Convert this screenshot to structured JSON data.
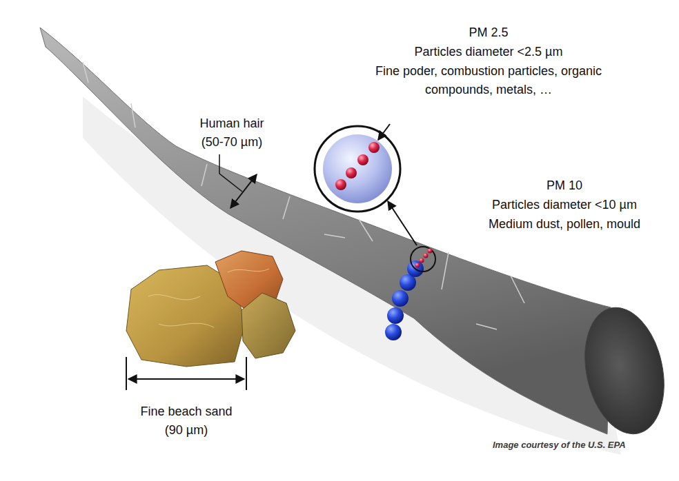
{
  "diagram": {
    "labels": [
      "PM 2.5",
      "Particles diameter <2.5 µm",
      "Fine poder, combustion particles, organic compounds, metals, …",
      "PM 10",
      "Particles diameter <10 µm",
      "Medium dust, pollen, mould",
      "Human hair",
      "(50-70 µm)",
      "Fine beach sand",
      "(90 µm)",
      "Image courtesy of the U.S. EPA"
    ]
  }
}
